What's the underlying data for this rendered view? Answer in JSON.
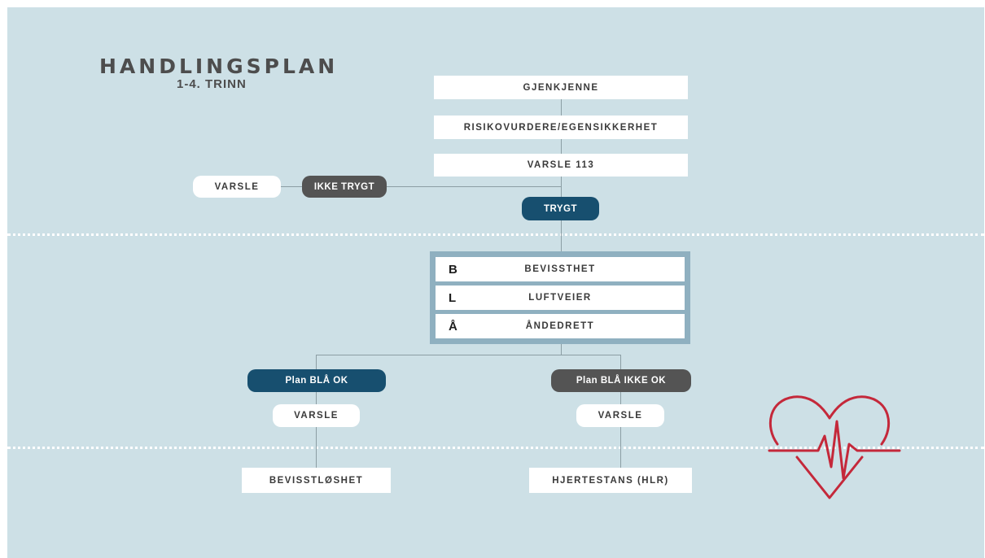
{
  "header": {
    "title": "HANDLINGSPLAN",
    "subtitle": "1-4. TRINN"
  },
  "steps": [
    "GJENKJENNE",
    "RISIKOVURDERE/EGENSIKKERHET",
    "VARSLE 113"
  ],
  "unsafe_branch": {
    "status": "IKKE TRYGT",
    "action": "VARSLE"
  },
  "safe": "TRYGT",
  "bla_check": [
    {
      "letter": "B",
      "label": "BEVISSTHET"
    },
    {
      "letter": "L",
      "label": "LUFTVEIER"
    },
    {
      "letter": "Å",
      "label": "ÅNDEDRETT"
    }
  ],
  "plan_ok": {
    "label": "Plan BLÅ OK",
    "action": "VARSLE",
    "result": "BEVISSTLØSHET"
  },
  "plan_not_ok": {
    "label": "Plan BLÅ IKKE OK",
    "action": "VARSLE",
    "result": "HJERTESTANS (HLR)"
  },
  "colors": {
    "background": "#cde0e6",
    "dark_pill": "#545454",
    "blue_pill": "#174f6f",
    "bla_frame": "#8fb0c0",
    "heart": "#c4283a"
  },
  "icons": {
    "heart": "heart-pulse-icon"
  }
}
